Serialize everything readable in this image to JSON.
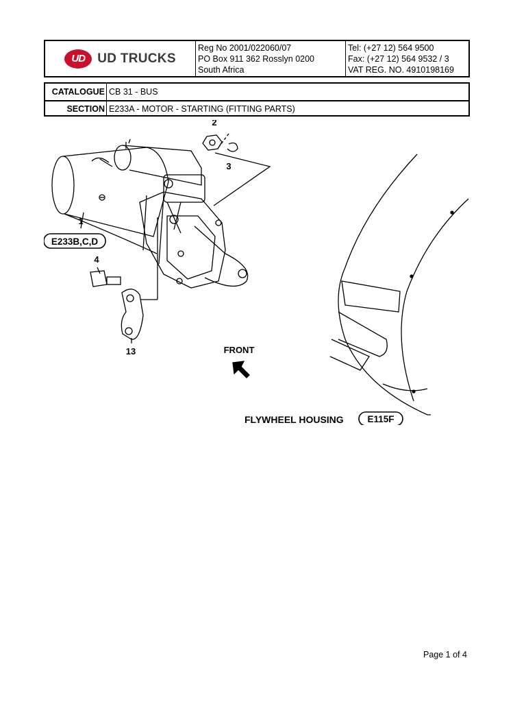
{
  "header": {
    "logo": {
      "badge": "UD",
      "name": "UD TRUCKS",
      "brand_color": "#c8102e"
    },
    "address": [
      "Reg No 2001/022060/07",
      "PO Box 911 362 Rosslyn 0200",
      "South Africa"
    ],
    "contact": [
      "Tel: (+27 12) 564 9500",
      "Fax: (+27 12) 564 9532 / 3",
      "VAT REG. NO. 4910198169"
    ]
  },
  "meta": {
    "catalogue_label": "CATALOGUE",
    "catalogue_value": "CB 31 - BUS",
    "section_label": "SECTION",
    "section_value": "E233A - MOTOR - STARTING (FITTING PARTS)"
  },
  "diagram": {
    "callouts": [
      "1",
      "2",
      "3",
      "4",
      "13"
    ],
    "ref_starter": "E233B,C,D",
    "front_label": "FRONT",
    "housing_label": "FLYWHEEL HOUSING",
    "ref_housing": "E115F"
  },
  "footer": {
    "page": "Page 1 of 4"
  }
}
